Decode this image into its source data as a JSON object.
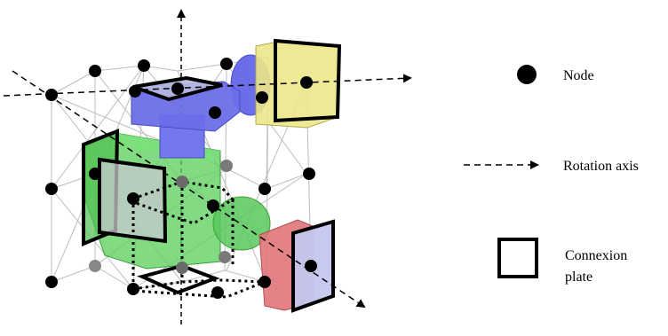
{
  "legend": {
    "node_label": "Node",
    "axis_label": "Rotation axis",
    "plate_label_line1": "Connexion",
    "plate_label_line2": "plate"
  },
  "colors": {
    "blue_module": "#6b6ee8",
    "yellow_module": "#ece78a",
    "green_module": "#5fd060",
    "red_module": "#e0767a",
    "plate_fill": "#bfc3e8",
    "node": "#000000",
    "lattice": "#b8b8b8"
  }
}
